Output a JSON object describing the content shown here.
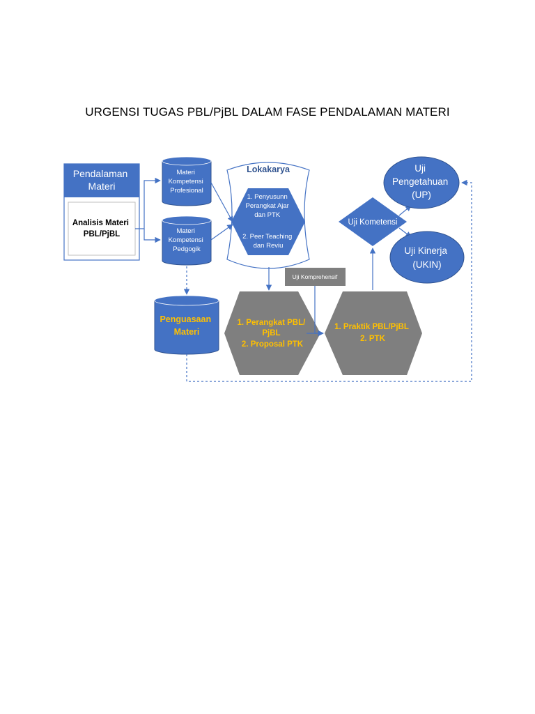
{
  "title": "URGENSI TUGAS PBL/PjBL DALAM FASE PENDALAMAN MATERI",
  "colors": {
    "blue": "#4472C4",
    "blue_dark": "#2F528F",
    "header_blue": "#4472C4",
    "gray": "#7F7F7F",
    "gold": "#FFC000",
    "white": "#FFFFFF"
  },
  "nodes": {
    "pendalaman_header": [
      "Pendalaman",
      "Materi"
    ],
    "analisis": [
      "Analisis Materi",
      "PBL/PjBL"
    ],
    "materi_profesional": [
      "Materi",
      "Kompetensi",
      "Profesional"
    ],
    "materi_pedagogik": [
      "Materi",
      "Kompetensi",
      "Pedgogik"
    ],
    "lokakarya_title": "Lokakarya",
    "lokakarya_items": [
      "1. Penyusunn",
      "Perangkat Ajar",
      "dan PTK",
      "2. Peer Teaching",
      "dan Reviu"
    ],
    "penguasaan": [
      "Penguasaan",
      "Materi"
    ],
    "perangkat": [
      "1. Perangkat PBL/",
      "PjBL",
      "2. Proposal PTK"
    ],
    "uji_komprehensif": "Uji Komprehensif",
    "praktik": [
      "1. Praktik PBL/PjBL",
      "2. PTK"
    ],
    "uji_kompetensi": "Uji Kometensi",
    "uji_pengetahuan": [
      "Uji",
      "Pengetahuan",
      "(UP)"
    ],
    "uji_kinerja": [
      "Uji Kinerja",
      "(UKIN)"
    ]
  }
}
